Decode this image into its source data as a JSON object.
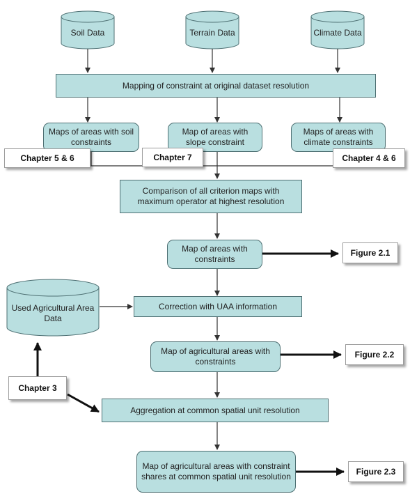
{
  "sources": {
    "soil": "Soil Data",
    "terrain": "Terrain Data",
    "climate": "Climate Data",
    "uaa": "Used Agricultural Area Data"
  },
  "steps": {
    "mapping": "Mapping of constraint at original dataset resolution",
    "soil_map": "Maps of areas with soil constraints",
    "slope_map": "Map of areas with slope constraint",
    "climate_map": "Maps of areas with climate constraints",
    "comparison": "Comparison of all criterion maps with maximum operator at highest resolution",
    "constraints_map": "Map of areas with constraints",
    "correction": "Correction with UAA information",
    "agri_map": "Map of agricultural areas with constraints",
    "aggregation": "Aggregation at common spatial unit resolution",
    "shares_map": "Map of agricultural areas with constraint shares at common spatial unit resolution"
  },
  "labels": {
    "chapter_5_6": "Chapter 5 & 6",
    "chapter_7": "Chapter 7",
    "chapter_4_6": "Chapter 4 & 6",
    "chapter_3": "Chapter 3",
    "figure_2_1": "Figure 2.1",
    "figure_2_2": "Figure 2.2",
    "figure_2_3": "Figure 2.3"
  },
  "colors": {
    "node_fill": "#b9dfe0",
    "node_stroke": "#4d6f72",
    "arrow": "#333333"
  }
}
